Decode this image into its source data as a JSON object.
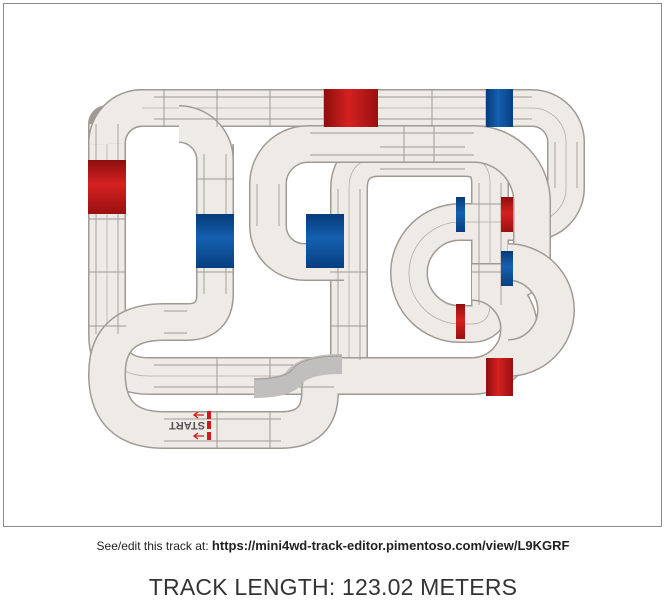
{
  "share": {
    "prefix": "See/edit this track at:",
    "url": "https://mini4wd-track-editor.pimentoso.com/view/L9KGRF"
  },
  "track": {
    "length_label": "TRACK LENGTH: 123.02 METERS",
    "start_label": "START"
  },
  "colors": {
    "track_fill": "#eeebe7",
    "track_line": "#a09a94",
    "lane_change": "#c6c6c6",
    "red_section": "#c41a1a",
    "blue_section": "#0b4d9a"
  }
}
